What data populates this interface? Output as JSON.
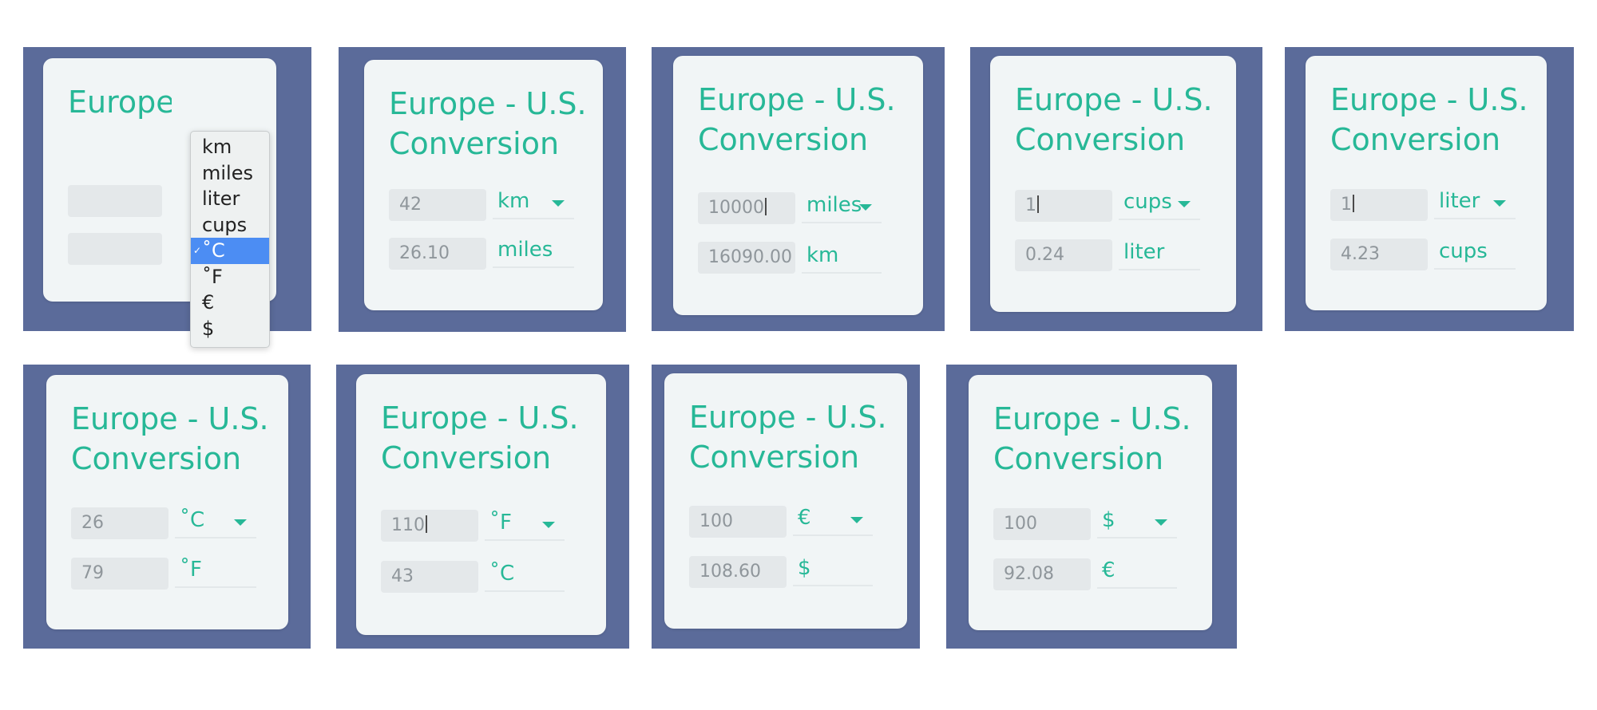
{
  "title": "Europe - U.S.\nConversion",
  "colors": {
    "frame": "#5b6b9a",
    "card": "#f1f5f6",
    "accent": "#27b897",
    "input_bg": "#e4e8ea",
    "selected_option": "#4c8df3"
  },
  "panels": [
    {
      "value": "",
      "result": "",
      "from_unit": "",
      "to_unit": "",
      "dropdown_open": true
    },
    {
      "value": "42",
      "result": "26.10",
      "from_unit": "km",
      "to_unit": "miles"
    },
    {
      "value": "10000",
      "result": "16090.00",
      "from_unit": "miles",
      "to_unit": "km"
    },
    {
      "value": "1",
      "result": "0.24",
      "from_unit": "cups",
      "to_unit": "liter"
    },
    {
      "value": "1",
      "result": "4.23",
      "from_unit": "liter",
      "to_unit": "cups"
    },
    {
      "value": "26",
      "result": "79",
      "from_unit": "˚C",
      "to_unit": "˚F"
    },
    {
      "value": "110",
      "result": "43",
      "from_unit": "˚F",
      "to_unit": "˚C"
    },
    {
      "value": "100",
      "result": "108.60",
      "from_unit": "€",
      "to_unit": "$"
    },
    {
      "value": "100",
      "result": "92.08",
      "from_unit": "$",
      "to_unit": "€"
    }
  ],
  "unit_options": [
    "km",
    "miles",
    "liter",
    "cups",
    "˚C",
    "˚F",
    "€",
    "$"
  ],
  "dropdown": {
    "selected_index": 4,
    "check_icon": "checkmark-icon"
  }
}
